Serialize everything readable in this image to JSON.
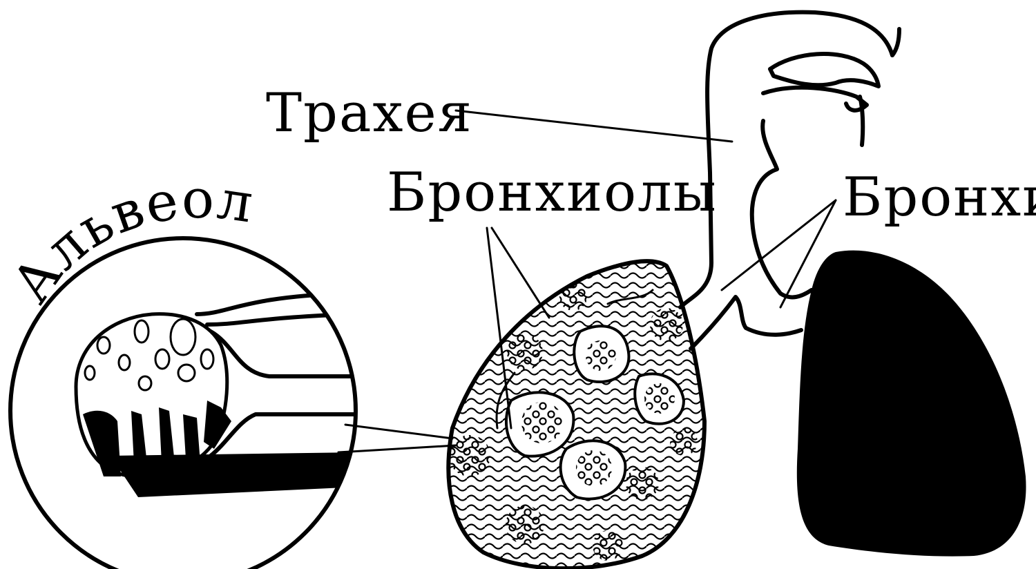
{
  "labels": {
    "trachea": "Трахея",
    "bronchioles": "Бронхиолы",
    "bronchi": "Бронхи",
    "alveoli": "Альвеолы"
  },
  "colors": {
    "ink": "#000000",
    "paper": "#ffffff"
  }
}
